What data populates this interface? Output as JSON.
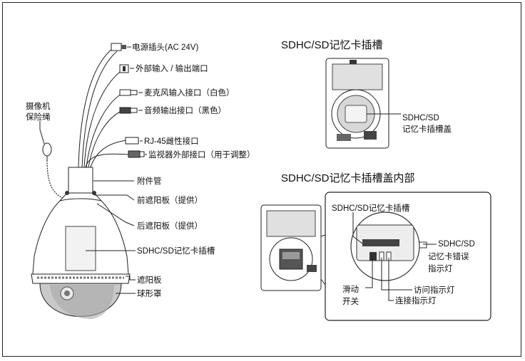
{
  "cable_labels": {
    "power": "电源插头(AC 24V)",
    "ext_io": "外部输入 / 输出端口",
    "mic": "麦克风输入接口（白色）",
    "audio": "音频输出接口（黑色）",
    "rj45": "RJ-45雌性接口",
    "monitor": "监视器外部接口（用于调整）"
  },
  "left_labels": {
    "safety_wire_line1": "摄像机",
    "safety_wire_line2": "保险绳"
  },
  "part_labels": {
    "pipe": "附件管",
    "front_shade": "前遮阳板（提供）",
    "rear_shade": "后遮阳板（提供）",
    "sd_slot": "SDHC/SD记忆卡插槽",
    "sunshade": "遮阳板",
    "dome": "球形罩"
  },
  "right_top": {
    "title": "SDHC/SD记忆卡插槽",
    "cover_line1": "SDHC/SD",
    "cover_line2": "记忆卡插槽盖"
  },
  "right_bottom": {
    "title": "SDHC/SD记忆卡插槽盖内部",
    "slot": "SDHC/SD记忆卡插槽",
    "error_line1": "SDHC/SD",
    "error_line2": "记忆卡错误",
    "error_line3": "指示灯",
    "switch_line1": "滑动",
    "switch_line2": "开关",
    "access_led": "访问指示灯",
    "link_led": "连接指示灯"
  }
}
